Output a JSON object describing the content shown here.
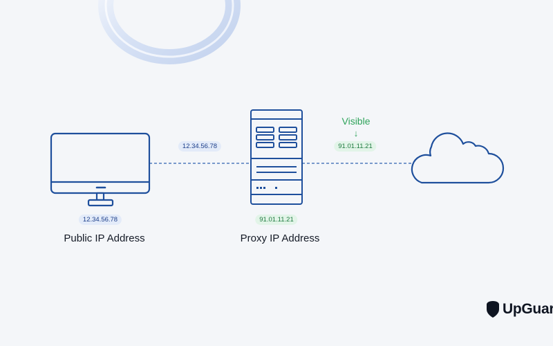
{
  "client": {
    "ip": "12.34.56.78",
    "label": "Public IP Address"
  },
  "proxy": {
    "ip": "91.01.11.21",
    "label": "Proxy IP Address"
  },
  "link_client_proxy": {
    "ip": "12.34.56.78"
  },
  "link_proxy_internet": {
    "ip": "91.01.11.21",
    "visible_label": "Visible",
    "arrow": "↓"
  },
  "brand": {
    "name": "UpGuard"
  },
  "colors": {
    "device_stroke": "#1e4f9c",
    "connector": "#2e62b0",
    "accent_green": "#2ea35a",
    "background": "#f4f6f9"
  },
  "icons": [
    "monitor-icon",
    "server-icon",
    "cloud-icon",
    "upguard-shield-icon",
    "ring-decoration"
  ]
}
